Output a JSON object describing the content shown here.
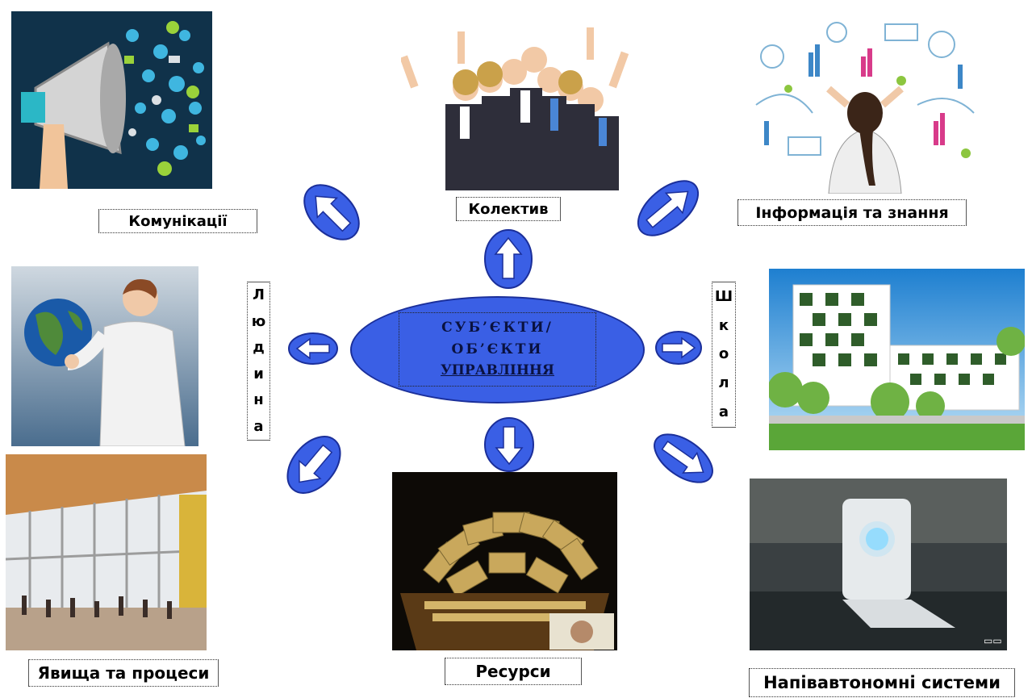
{
  "center": {
    "line1": "СУБ’ЄКТИ/",
    "line2": "ОБ’ЄКТИ",
    "line3": "УПРАВЛІННЯ"
  },
  "labels": {
    "communications": "Комунікації",
    "collective": "Колектив",
    "information": "Інформація та знання",
    "phenomena": "Явища та процеси",
    "resources": "Ресурси",
    "semi_autonomous": "Напівавтономні системи",
    "person": [
      "Л",
      "ю",
      "д",
      "и",
      "н",
      "а"
    ],
    "school": [
      "Ш",
      "к",
      "о",
      "л",
      "а"
    ]
  },
  "colors": {
    "arrow_fill": "#3a5fe5",
    "arrow_outline": "#1b2f9a",
    "center_fill": "#3a5fe5"
  },
  "icons": {
    "communications": "megaphone-social-icons",
    "collective": "business-team",
    "information": "woman-with-idea-sketches",
    "person": "boy-holding-globe",
    "school": "green-building",
    "phenomena": "glass-hall-people",
    "resources": "case-of-dollars",
    "semi_autonomous": "device-with-apple-logo"
  }
}
